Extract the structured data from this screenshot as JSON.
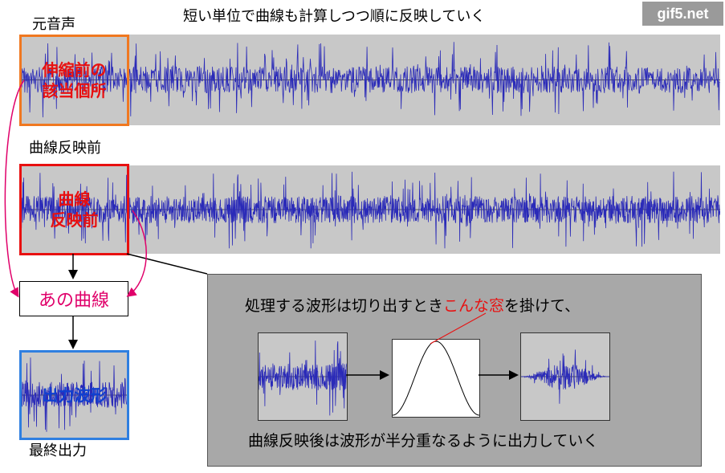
{
  "header": {
    "title": "短い単位で曲線も計算しつつ順に反映していく",
    "logo": "gif5.net"
  },
  "tracks": {
    "original_label": "元音声",
    "original_overlay": [
      "伸縮前の",
      "該当個所"
    ],
    "before_label": "曲線反映前",
    "before_overlay": [
      "曲線",
      "反映前"
    ]
  },
  "flow": {
    "curve_box": "あの曲線",
    "output_overlay": "出力波形",
    "output_label": "最終出力"
  },
  "panel": {
    "line1_prefix": "処理する波形は切り出すとき",
    "line1_highlight": "こんな窓",
    "line1_suffix": "を掛けて、",
    "line2": "曲線反映後は波形が半分重なるように出力していく"
  },
  "colors": {
    "wave": "#2a2ab8",
    "orange": "#f07820",
    "red": "#e81010",
    "blue": "#2f7fe0",
    "pink": "#e0006a",
    "gray_bg": "#c8c8c8",
    "panel_bg": "#a8a8a8"
  }
}
